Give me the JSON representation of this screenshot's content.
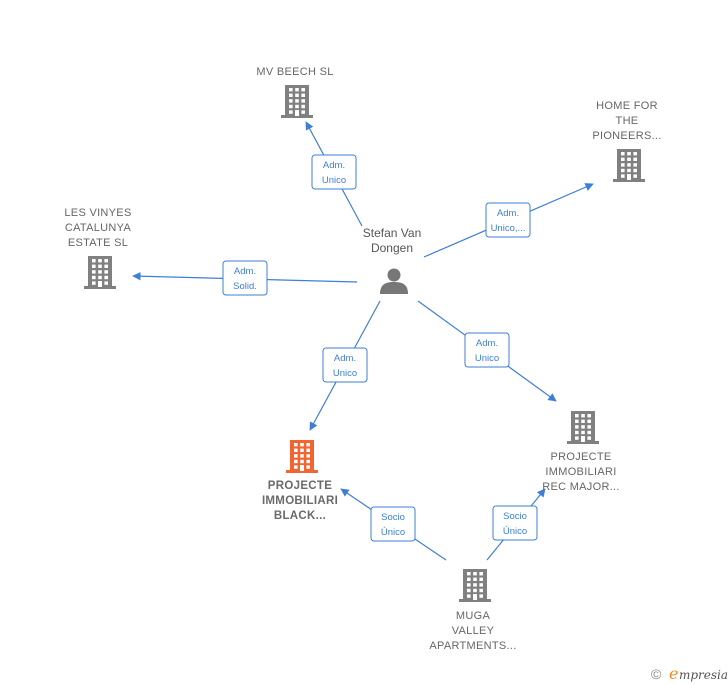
{
  "person": {
    "name_lines": [
      "Stefan Van",
      "Dongen"
    ],
    "color": "#777777"
  },
  "companies": [
    {
      "id": "mv-beech",
      "lines": [
        "MV BEECH  SL"
      ],
      "highlight": false
    },
    {
      "id": "home-pioneers",
      "lines": [
        "HOME FOR",
        "THE",
        "PIONEERS..."
      ],
      "highlight": false
    },
    {
      "id": "les-vinyes",
      "lines": [
        "LES VINYES",
        "CATALUNYA",
        "ESTATE  SL"
      ],
      "highlight": false
    },
    {
      "id": "projecte-black",
      "lines": [
        "PROJECTE",
        "IMMOBILIARI",
        "BLACK..."
      ],
      "highlight": true
    },
    {
      "id": "projecte-rec",
      "lines": [
        "PROJECTE",
        "IMMOBILIARI",
        "REC MAJOR..."
      ],
      "highlight": false
    },
    {
      "id": "muga-valley",
      "lines": [
        "MUGA",
        "VALLEY",
        "APARTMENTS..."
      ],
      "highlight": false
    }
  ],
  "edges": [
    {
      "from": "person",
      "to": "mv-beech",
      "label": [
        "Adm.",
        "Unico"
      ]
    },
    {
      "from": "person",
      "to": "home-pioneers",
      "label": [
        "Adm.",
        "Unico,..."
      ]
    },
    {
      "from": "person",
      "to": "les-vinyes",
      "label": [
        "Adm.",
        "Solid."
      ]
    },
    {
      "from": "person",
      "to": "projecte-black",
      "label": [
        "Adm.",
        "Unico"
      ]
    },
    {
      "from": "person",
      "to": "projecte-rec",
      "label": [
        "Adm.",
        "Unico"
      ]
    },
    {
      "from": "muga-valley",
      "to": "projecte-black",
      "label": [
        "Socio",
        "Único"
      ]
    },
    {
      "from": "muga-valley",
      "to": "projecte-rec",
      "label": [
        "Socio",
        "Único"
      ]
    }
  ],
  "colors": {
    "building": "#808080",
    "highlight": "#f26430",
    "edge": "#3d7fd6"
  },
  "footer": {
    "copyright": "©",
    "brand_initial": "e",
    "brand_rest": "mpresia"
  }
}
